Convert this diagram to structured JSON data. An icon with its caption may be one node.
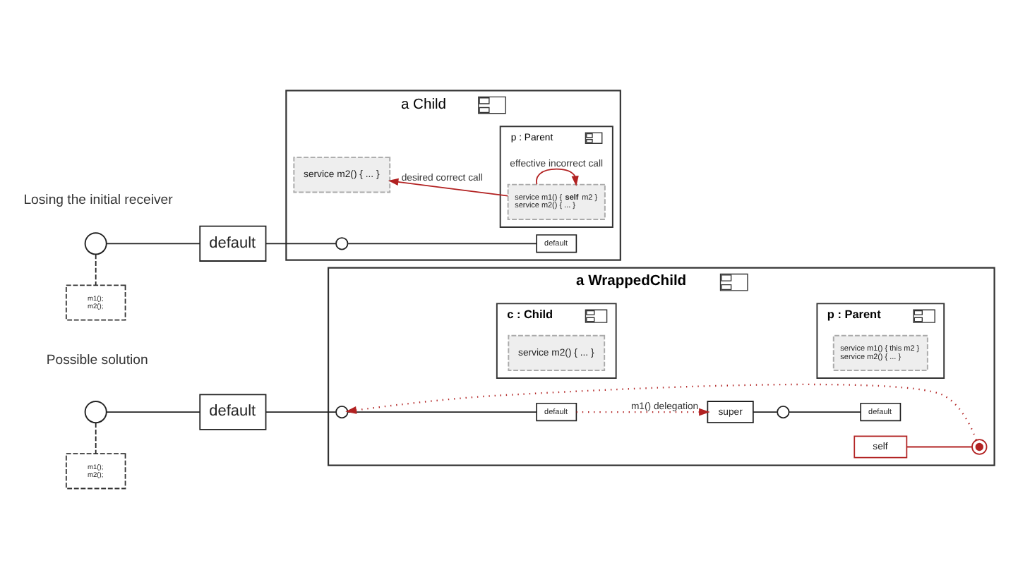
{
  "diagram": {
    "nodes": [
      {
        "text": [
          "a Child"
        ]
      },
      {
        "text": [],
        "shape": "circle"
      },
      {
        "text": [
          "default"
        ]
      },
      {
        "text": [
          "m1();",
          "m2();"
        ]
      },
      {
        "text": [
          "service m2() { ... }"
        ],
        "in": 0
      },
      {
        "text": [
          "p : Parent"
        ],
        "in": 0
      },
      {
        "text": [],
        "shape": "circle",
        "in": 0
      },
      {
        "text": [
          "default"
        ],
        "in": 0
      },
      {
        "text": [
          "service m1() { **self** m2 }",
          "service m2() { ... }"
        ],
        "in": 5
      },
      {
        "text": [
          "a WrappedChild"
        ]
      },
      {
        "text": [],
        "shape": "circle"
      },
      {
        "text": [
          "default"
        ]
      },
      {
        "text": [
          "m1();",
          "m2();"
        ]
      },
      {
        "text": [],
        "shape": "circle",
        "in": 9
      },
      {
        "text": [
          "c : Child"
        ],
        "in": 9
      },
      {
        "text": [
          "default"
        ],
        "in": 9
      },
      {
        "text": [
          "service m2() { ... }"
        ],
        "in": 14
      },
      {
        "text": [
          "super"
        ],
        "in": 9
      },
      {
        "text": [],
        "shape": "circle",
        "in": 9
      },
      {
        "text": [
          "p : Parent"
        ],
        "in": 9
      },
      {
        "text": [
          "default"
        ],
        "in": 9
      },
      {
        "text": [
          "service m1() { this m2 }",
          "service m2() { ... }"
        ],
        "in": 19
      },
      {
        "text": [
          "self"
        ],
        "in": 9
      },
      {
        "text": [],
        "shape": "circle",
        "in": 9
      }
    ],
    "edges": [
      {
        "from": 1,
        "to": 2,
        "arrow": "none"
      },
      {
        "from": 1,
        "to": 3,
        "arrow": "none",
        "style": "dashed"
      },
      {
        "from": 2,
        "to": 6,
        "arrow": "none"
      },
      {
        "from": 6,
        "to": 7,
        "arrow": "none"
      },
      {
        "from": 8,
        "to": 4,
        "arrow": "to",
        "label": "desired correct call",
        "color": "#b22222"
      },
      {
        "from": 8,
        "to": 8,
        "arrow": "to",
        "label": "effective incorrect call",
        "color": "#b22222"
      },
      {
        "from": 10,
        "to": 11,
        "arrow": "none"
      },
      {
        "from": 10,
        "to": 12,
        "arrow": "none",
        "style": "dashed"
      },
      {
        "from": 11,
        "to": 13,
        "arrow": "none"
      },
      {
        "from": 13,
        "to": 15,
        "arrow": "none"
      },
      {
        "from": 15,
        "to": 17,
        "arrow": "to",
        "label": "m1() delegation",
        "style": "dashed",
        "color": "#b22222"
      },
      {
        "from": 17,
        "to": 18,
        "arrow": "none"
      },
      {
        "from": 18,
        "to": 20,
        "arrow": "none"
      },
      {
        "from": 22,
        "to": 23,
        "arrow": "none",
        "color": "#b22222"
      },
      {
        "from": 23,
        "to": 13,
        "arrow": "to",
        "style": "dashed",
        "color": "#b22222"
      }
    ],
    "labels": [
      "Losing the initial receiver",
      "Possible solution"
    ]
  }
}
